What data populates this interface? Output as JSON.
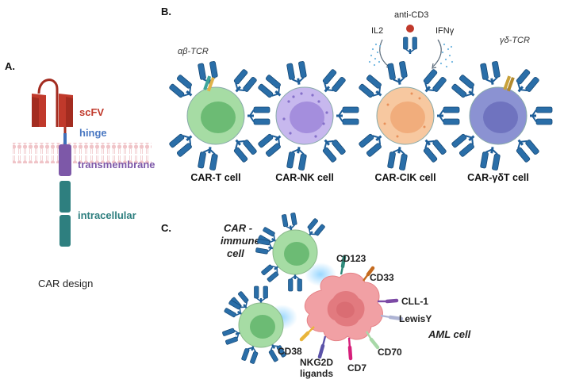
{
  "panel_a": {
    "label": "A.",
    "parts": {
      "scfv": "scFV",
      "hinge": "hinge",
      "transmembrane": "transmembrane",
      "intracellular": "intracellular"
    },
    "caption": "CAR design",
    "colors": {
      "scfv": "#c0392b",
      "hinge": "#4a78c2",
      "transmembrane": "#7d58a8",
      "intracellular": "#2e7f7f"
    }
  },
  "panel_b": {
    "label": "B.",
    "cells": [
      {
        "name": "CAR-T cell",
        "receptor": "αβ-TCR",
        "color": "#a6dca4",
        "nucleus": "#62b56c"
      },
      {
        "name": "CAR-NK cell",
        "receptor": "",
        "color": "#c7b8ee",
        "nucleus": "#9e86d9"
      },
      {
        "name": "CAR-CIK cell",
        "receptor": "",
        "color": "#f7c8a0",
        "nucleus": "#f0a875"
      },
      {
        "name": "CAR-γδT cell",
        "receptor": "γδ-TCR",
        "color": "#8b92d2",
        "nucleus": "#6a6dbc"
      }
    ],
    "stimulants": {
      "il2": "IL2",
      "anti_cd3": "anti-CD3",
      "ifng": "IFNγ"
    }
  },
  "panel_c": {
    "label": "C.",
    "immune_cell_label": [
      "CAR -",
      "immune",
      "cell"
    ],
    "target_label": "AML cell",
    "antigens": [
      {
        "name": "CD123",
        "color": "#2e8a7a"
      },
      {
        "name": "CD33",
        "color": "#c46a1e"
      },
      {
        "name": "CLL-1",
        "color": "#7c4aa5"
      },
      {
        "name": "LewisY",
        "color": "#aeb4d4"
      },
      {
        "name": "CD70",
        "color": "#a8d8a8"
      },
      {
        "name": "CD7",
        "color": "#d61f7a"
      },
      {
        "name": "NKG2D ligands",
        "lines": [
          "NKG2D",
          "ligands"
        ],
        "color": "#5a52a8"
      },
      {
        "name": "CD38",
        "color": "#e9b53a"
      }
    ]
  }
}
